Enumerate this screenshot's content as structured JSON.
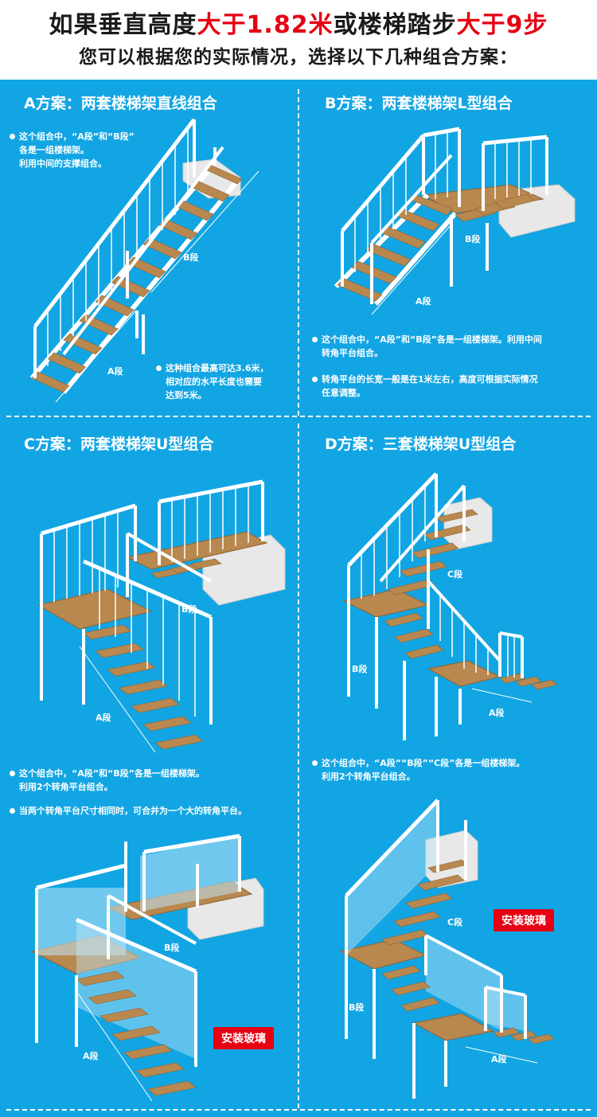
{
  "header": {
    "line1_part1": "如果垂直高度",
    "line1_red1": "大于1.82米",
    "line1_part2": "或楼梯踏步",
    "line1_red2": "大于9步",
    "line2": "您可以根据您的实际情况，选择以下几种组合方案："
  },
  "colors": {
    "panel_blue": "#12a5e3",
    "accent_red": "#e60012",
    "tread_wood": "#b9884f",
    "white": "#ffffff"
  },
  "section_a": {
    "title": "A方案：两套楼梯架直线组合",
    "note1_line1": "这个组合中，“A段”和“B段”",
    "note1_line2": "各是一组楼梯架。",
    "note1_line3": "利用中间的支撑组合。",
    "note2_line1": "这种组合最高可达3.6米，",
    "note2_line2": "相对应的水平长度也需要",
    "note2_line3": "达到5米。",
    "label_b": "B段",
    "label_a": "A段"
  },
  "section_b": {
    "title": "B方案：两套楼梯架L型组合",
    "note1_line1": "这个组合中，“A段”和“B段”各是一组楼梯架。利用中间",
    "note1_line2": "转角平台组合。",
    "note2_line1": "转角平台的长宽一般是在1米左右，高度可根据实际情况",
    "note2_line2": "任意调整。",
    "label_b": "B段",
    "label_a": "A段"
  },
  "section_c": {
    "title": "C方案：两套楼梯架U型组合",
    "note1_line1": "这个组合中，“A段”和“B段”各是一组楼梯架。",
    "note1_line2": "利用2个转角平台组合。",
    "note2_line1": "当两个转角平台尺寸相同时，可合并为一个大的转角平台。",
    "label_b": "B段",
    "label_a": "A段",
    "label_b2": "B段",
    "label_a2": "A段",
    "glass_badge": "安装玻璃"
  },
  "section_d": {
    "title": "D方案：三套楼梯架U型组合",
    "note1_line1": "这个组合中，“A段”“B段”“C段”各是一组楼梯架。",
    "note1_line2": "利用2个转角平台组合。",
    "label_c": "C段",
    "label_b": "B段",
    "label_a": "A段",
    "label_c2": "C段",
    "label_b2": "B段",
    "label_a2": "A段",
    "glass_badge": "安装玻璃"
  }
}
